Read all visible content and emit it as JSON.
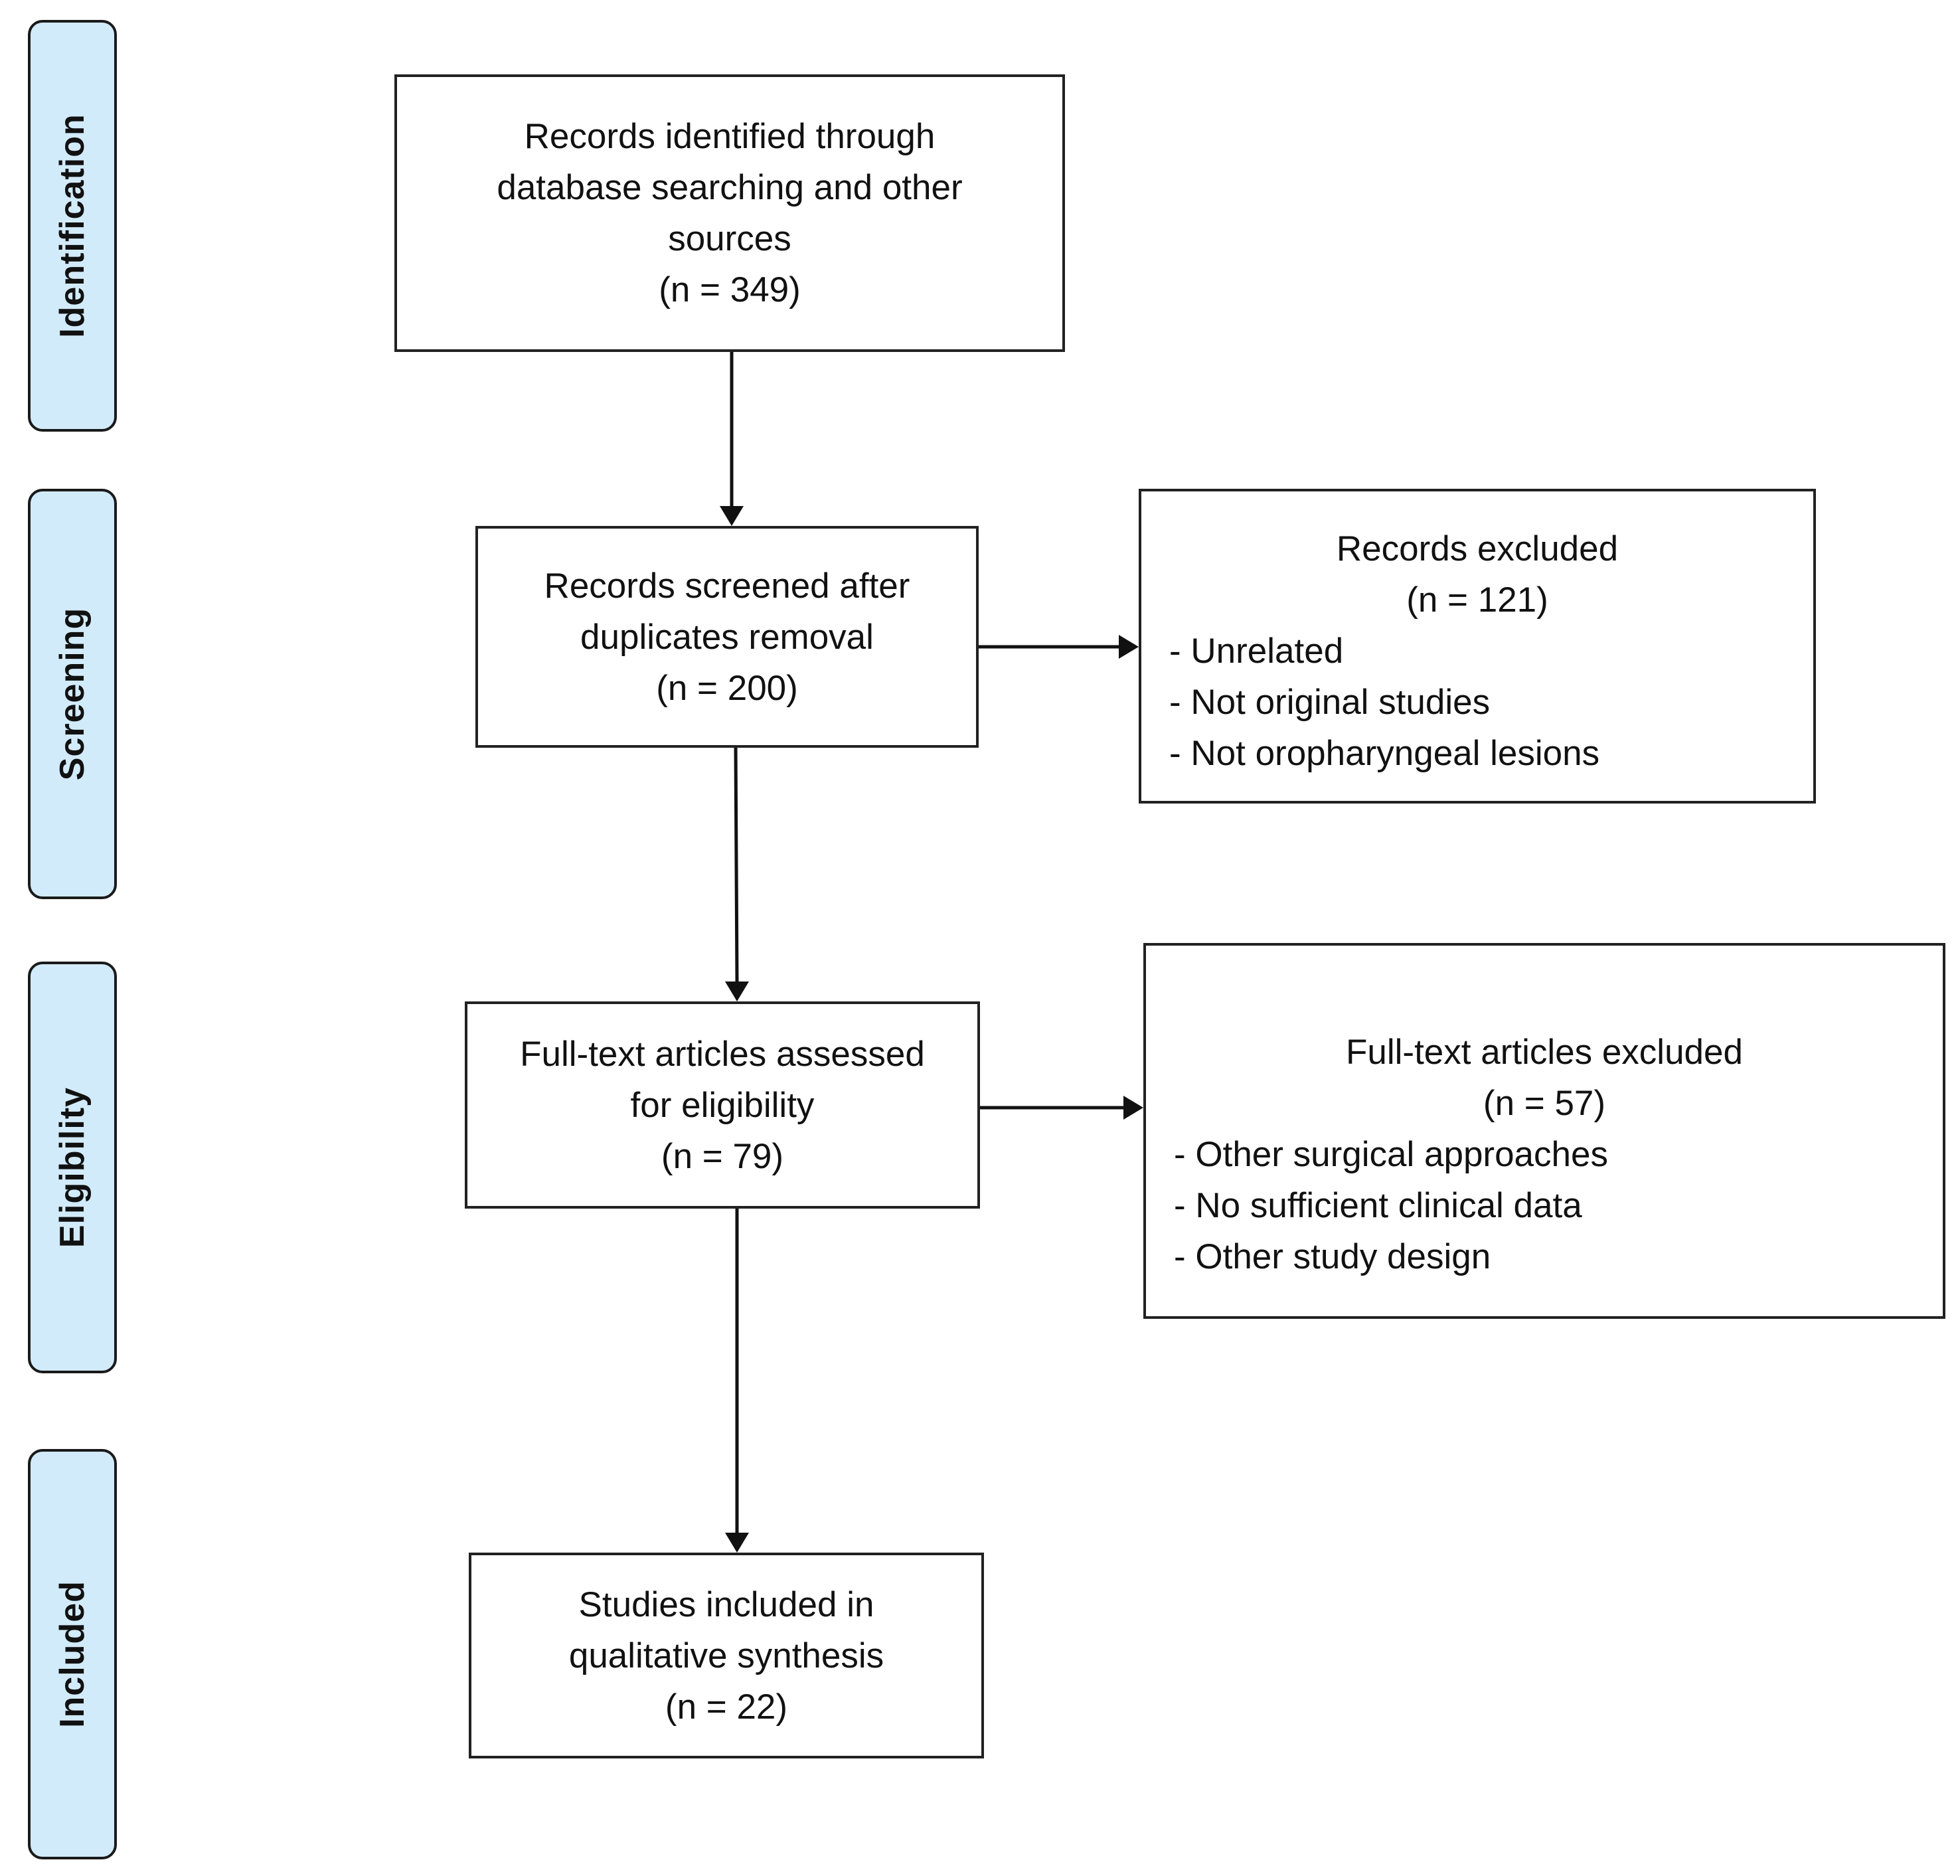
{
  "stages": [
    {
      "label": "Identification"
    },
    {
      "label": "Screening"
    },
    {
      "label": "Eligibility"
    },
    {
      "label": "Included"
    }
  ],
  "boxes": {
    "identified": {
      "lines": [
        "Records identified through",
        "database searching and other",
        "sources",
        "(n = 349)"
      ]
    },
    "screened": {
      "lines": [
        "Records screened after",
        "duplicates removal",
        "(n = 200)"
      ]
    },
    "records_excluded": {
      "title": "Records excluded",
      "count": "(n = 121)",
      "reasons": [
        "- Unrelated",
        "- Not original studies",
        "- Not oropharyngeal lesions"
      ]
    },
    "fulltext_assessed": {
      "lines": [
        "Full-text articles assessed",
        "for eligibility",
        "(n = 79)"
      ]
    },
    "fulltext_excluded": {
      "title": "Full-text articles excluded",
      "count": "(n = 57)",
      "reasons": [
        "- Other surgical approaches",
        "- No sufficient clinical data",
        "- Other study design"
      ]
    },
    "included": {
      "lines": [
        "Studies included in",
        "qualitative synthesis",
        "(n = 22)"
      ]
    }
  }
}
